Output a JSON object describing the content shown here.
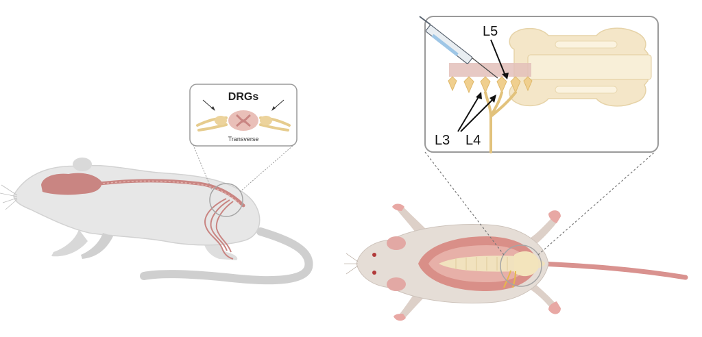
{
  "inset_left": {
    "title": "DRGs",
    "caption": "Transverse"
  },
  "inset_right": {
    "labels": [
      "L5",
      "L3",
      "L4"
    ]
  },
  "colors": {
    "fur": "#e6e6e6",
    "fur_shade": "#cfcfcf",
    "tissue": "#c98582",
    "tissue_light": "#e9bfb8",
    "nerve": "#e8cf96",
    "ganglion": "#f0cf8e",
    "bone": "#f0dfbd",
    "inset_border": "#9a9a9a"
  }
}
